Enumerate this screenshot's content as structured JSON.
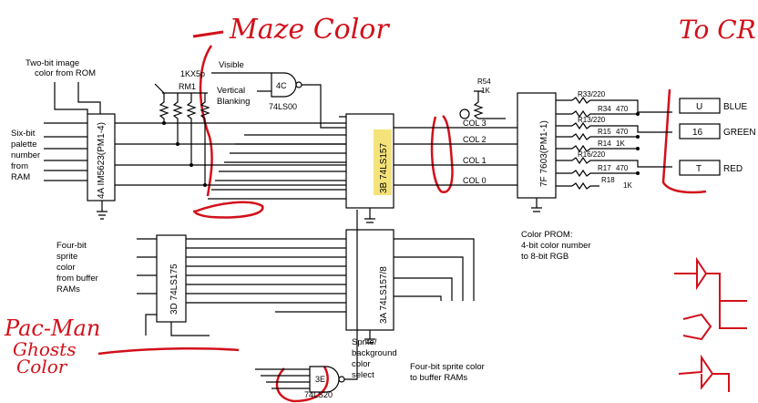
{
  "annotations": {
    "maze_color": "Maze Color",
    "to_crt": "To CR",
    "pacman_ghosts_1": "Pac-Man",
    "pacman_ghosts_2": "Ghosts",
    "pacman_ghosts_3": "Color"
  },
  "labels": {
    "image_color_1": "Two-bit image",
    "image_color_2": "color from ROM",
    "palette_1": "Six-bit",
    "palette_2": "palette",
    "palette_3": "number",
    "palette_4": "from",
    "palette_5": "RAM",
    "visible": "Visible",
    "vblank_1": "Vertical",
    "vblank_2": "Blanking",
    "sprite_1": "Four-bit",
    "sprite_2": "sprite",
    "sprite_3": "color",
    "sprite_4": "from buffer",
    "sprite_5": "RAMs",
    "prom_1": "Color PROM:",
    "prom_2": "4-bit color number",
    "prom_3": "to 8-bit RGB",
    "select_1": "Sprite/",
    "select_2": "background",
    "select_3": "color",
    "select_4": "select",
    "to_buffer": "Four-bit sprite color",
    "to_buffer_2": "to buffer RAMs"
  },
  "chips": {
    "im5623": "4A IM5623(PM1-4)",
    "u74ls00_ref": "4C",
    "u74ls00_part": "74LS00",
    "rm1_ref": "RM1",
    "rm1_val": "1KX5p",
    "u3b": "3B 74LS157",
    "u3a": "3A 74LS157/8",
    "u3d": "3D 74LS175",
    "u3e_ref": "3E",
    "u3e_part": "74LS20",
    "u7f": "7F 7603(PM1-1)",
    "r54_ref": "R54",
    "r54_val": "1K"
  },
  "signals": {
    "col3": "COL 3",
    "col2": "COL 2",
    "col1": "COL 1",
    "col0": "COL 0"
  },
  "resistors": [
    {
      "ref": "R33/220"
    },
    {
      "ref": "R34",
      "val": "470"
    },
    {
      "ref": "R13/220"
    },
    {
      "ref": "R15",
      "val": "470"
    },
    {
      "ref": "R14",
      "val": "1K"
    },
    {
      "ref": "R16/220"
    },
    {
      "ref": "R17",
      "val": "470"
    },
    {
      "ref": "R18",
      "val": "1K"
    }
  ],
  "outputs": [
    {
      "box": "U",
      "name": "BLUE"
    },
    {
      "box": "16",
      "name": "GREEN"
    },
    {
      "box": "T",
      "name": "RED"
    }
  ],
  "colors": {
    "annotation": "#d2101a",
    "highlight": "#f4e37a",
    "ink": "#000000"
  }
}
